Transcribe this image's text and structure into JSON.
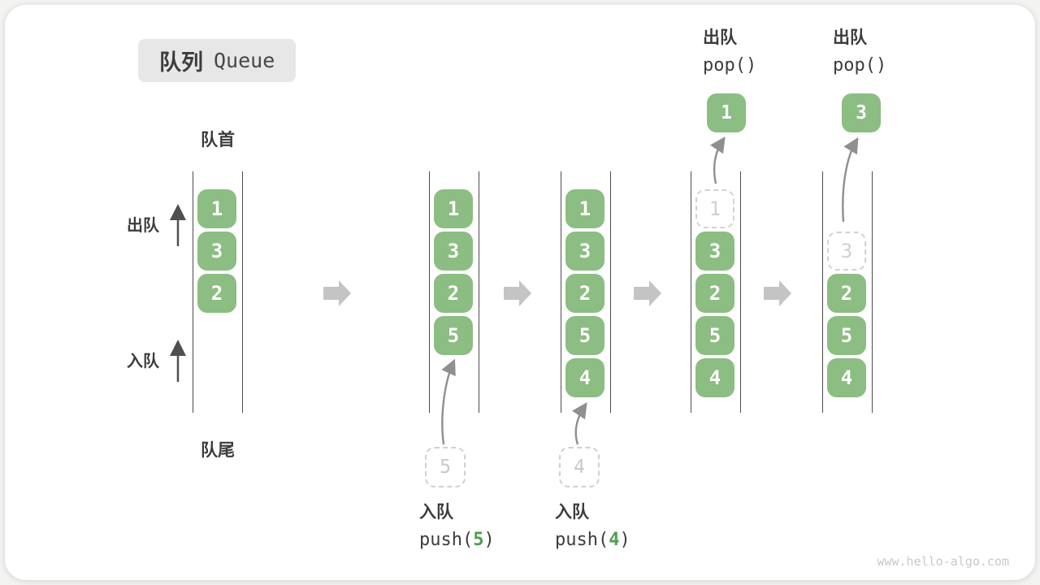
{
  "title": {
    "zh": "队列",
    "en": "Queue"
  },
  "legend": {
    "front": "队首",
    "rear": "队尾",
    "dequeue": "出队",
    "enqueue": "入队"
  },
  "states": [
    {
      "cells": [
        "1",
        "3",
        "2"
      ]
    },
    {
      "cells": [
        "1",
        "3",
        "2",
        "5"
      ],
      "ghost_value": "5",
      "op": {
        "zh": "入队",
        "code_pre": "push(",
        "arg": "5",
        "code_post": ")"
      }
    },
    {
      "cells": [
        "1",
        "3",
        "2",
        "5",
        "4"
      ],
      "ghost_value": "4",
      "op": {
        "zh": "入队",
        "code_pre": "push(",
        "arg": "4",
        "code_post": ")"
      }
    },
    {
      "ghost_value": "1",
      "cells": [
        "3",
        "2",
        "5",
        "4"
      ],
      "popped_value": "1",
      "op": {
        "zh": "出队",
        "code": "pop()"
      }
    },
    {
      "ghost_value": "3",
      "cells": [
        "2",
        "5",
        "4"
      ],
      "popped_value": "3",
      "op": {
        "zh": "出队",
        "code": "pop()"
      }
    }
  ],
  "watermark": "www.hello-algo.com",
  "colors": {
    "cell_green": "#8cbd82",
    "arg_green": "#4d9e4d",
    "block_arrow_gray": "#c4c4c4",
    "curve_arrow_gray": "#909090",
    "wall_dark": "#4d4d4d",
    "label_dark": "#3c3c3c",
    "ghost_gray": "#c8c8c8",
    "title_bg": "#e7e7e7"
  }
}
